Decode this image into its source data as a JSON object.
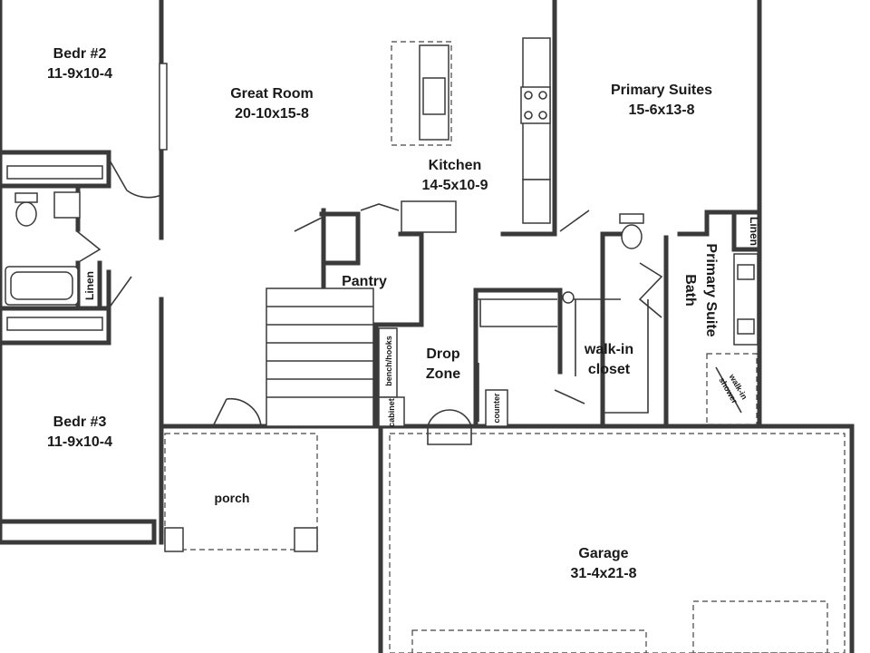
{
  "rooms": {
    "bedr2": {
      "name": "Bedr #2",
      "dims": "11-9x10-4"
    },
    "great": {
      "name": "Great Room",
      "dims": "20-10x15-8"
    },
    "kitchen": {
      "name": "Kitchen",
      "dims": "14-5x10-9"
    },
    "primary": {
      "name": "Primary Suites",
      "dims": "15-6x13-8"
    },
    "pbath": {
      "line1": "Primary Suite",
      "line2": "Bath"
    },
    "pantry": {
      "name": "Pantry"
    },
    "drop": {
      "line1": "Drop",
      "line2": "Zone"
    },
    "closet": {
      "line1": "walk-in",
      "line2": "closet"
    },
    "bedr3": {
      "name": "Bedr #3",
      "dims": "11-9x10-4"
    },
    "porch": {
      "name": "porch"
    },
    "garage": {
      "name": "Garage",
      "dims": "31-4x21-8"
    }
  },
  "small_labels": {
    "linen_left": "Linen",
    "linen_right": "Linen",
    "bench": "bench/hooks",
    "cabinet": "cabinet",
    "counter": "counter",
    "shower1": "walk-in",
    "shower2": "shower"
  }
}
